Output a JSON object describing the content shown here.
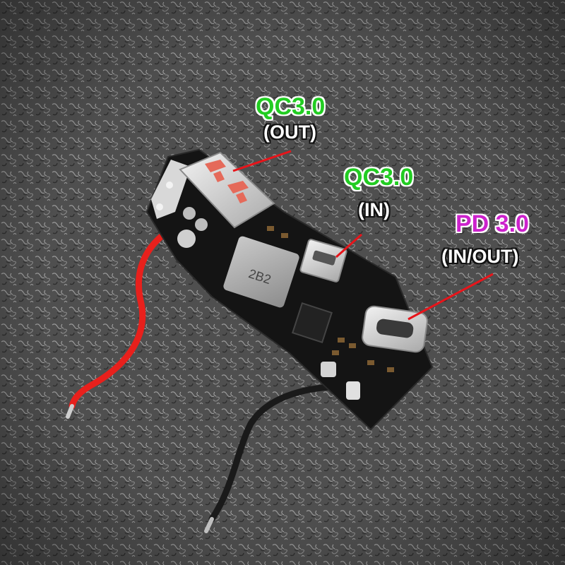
{
  "labels": {
    "usb_a": {
      "protocol": "QC3.0",
      "direction": "(OUT)"
    },
    "micro_usb": {
      "protocol": "QC3.0",
      "direction": "(IN)"
    },
    "usb_c": {
      "protocol": "PD 3.0",
      "direction": "(IN/OUT)"
    }
  },
  "chip_marking": "2B2",
  "colors": {
    "qc_label": "#22cc22",
    "pd_label": "#cc22cc",
    "pointer_line": "#e8141a",
    "pcb": "#141414",
    "red_wire": "#e8201c",
    "black_wire": "#1a1a1a",
    "carpet": "#5a5a5a"
  }
}
